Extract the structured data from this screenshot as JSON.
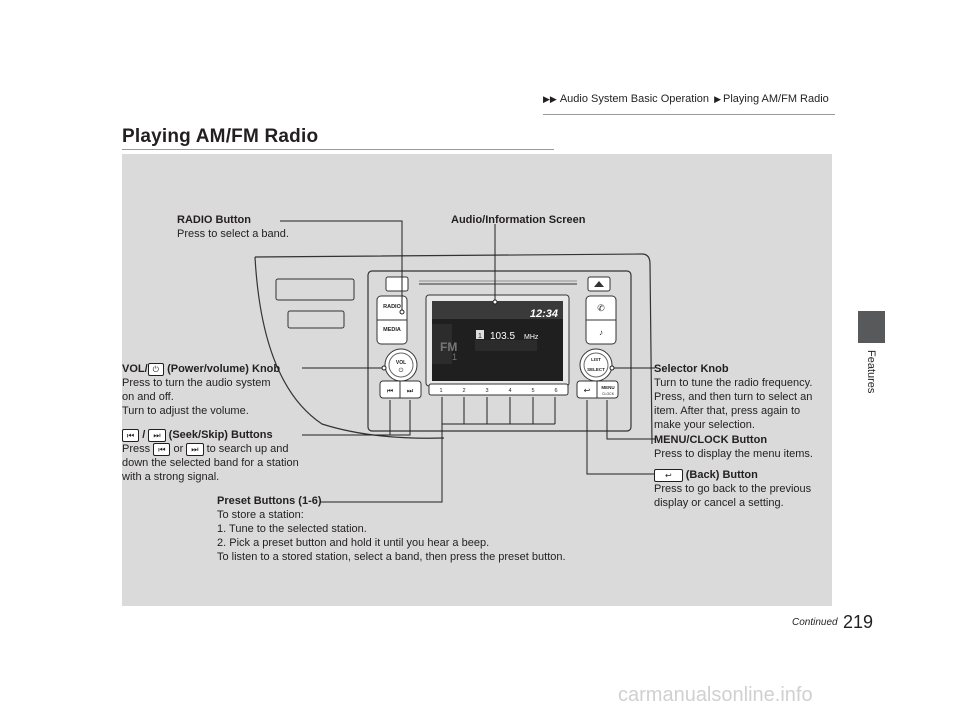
{
  "breadcrumb": {
    "parent": "Audio System Basic Operation",
    "current": "Playing AM/FM Radio"
  },
  "page_title": "Playing AM/FM Radio",
  "side_tab": "Features",
  "display": {
    "clock": "12:34",
    "band": "FM",
    "band_number": "1",
    "preset_number": "1",
    "frequency": "103.5",
    "unit": "MHz"
  },
  "device": {
    "radio_label": "RADIO",
    "media_label": "MEDIA",
    "vol_label": "VOL",
    "list_label": "LIST",
    "select_label": "SELECT",
    "menu_label": "MENU",
    "clock_label": "CLOCK",
    "presets": [
      "1",
      "2",
      "3",
      "4",
      "5",
      "6"
    ]
  },
  "callouts": {
    "radio_title": "RADIO Button",
    "radio_desc": "Press to select a band.",
    "screen_title": "Audio/Information Screen",
    "vol_title": "VOL/",
    "vol_title_suffix": "(Power/volume) Knob",
    "vol_desc1": "Press to turn the audio system",
    "vol_desc2": "on and off.",
    "vol_desc3": "Turn to adjust the volume.",
    "seek_sep": "/",
    "seek_title": "(Seek/Skip) Buttons",
    "seek_press": "Press",
    "seek_or": "or",
    "seek_desc1": "to search up and",
    "seek_desc2": "down the selected band for a station",
    "seek_desc3": "with a strong signal.",
    "preset_title": "Preset Buttons (1-6)",
    "preset_desc1": "To store a station:",
    "preset_desc2": "1.  Tune to the selected station.",
    "preset_desc3": "2.  Pick a preset button and hold it until you hear a beep.",
    "preset_desc4": "To listen to a stored station, select a band, then press the preset button.",
    "selector_title": "Selector Knob",
    "selector_desc1": "Turn to tune the radio frequency.",
    "selector_desc2": "Press, and then turn to select an",
    "selector_desc3": "item. After that, press again to",
    "selector_desc4": "make your selection.",
    "menu_title": "MENU/CLOCK Button",
    "menu_desc": "Press to display the menu items.",
    "back_title": "(Back) Button",
    "back_desc1": "Press to go back to the previous",
    "back_desc2": "display or cancel a setting."
  },
  "footer": {
    "continued": "Continued",
    "page_number": "219"
  },
  "watermark": "carmanualsonline.info"
}
